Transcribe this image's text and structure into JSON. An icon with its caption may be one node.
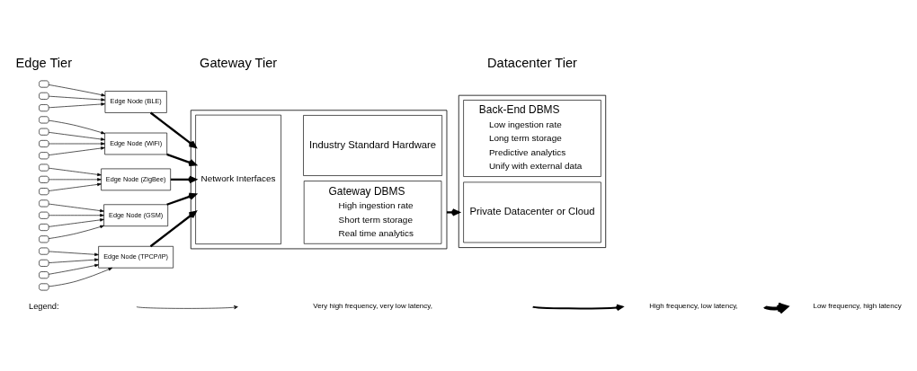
{
  "diagram": {
    "nodes": [
      {
        "text": [],
        "shape": "box"
      },
      {
        "text": [],
        "shape": "box"
      },
      {
        "text": [],
        "shape": "box"
      },
      {
        "text": [],
        "shape": "box"
      },
      {
        "text": [],
        "shape": "box"
      },
      {
        "text": [],
        "shape": "box"
      },
      {
        "text": [],
        "shape": "box"
      },
      {
        "text": [],
        "shape": "box"
      },
      {
        "text": [],
        "shape": "box"
      },
      {
        "text": [],
        "shape": "box"
      },
      {
        "text": [],
        "shape": "box"
      },
      {
        "text": [],
        "shape": "box"
      },
      {
        "text": [],
        "shape": "box"
      },
      {
        "text": [],
        "shape": "box"
      },
      {
        "text": [],
        "shape": "box"
      },
      {
        "text": [],
        "shape": "box"
      },
      {
        "text": [],
        "shape": "box"
      },
      {
        "text": [],
        "shape": "box"
      },
      {
        "text": [
          "Edge Node (BLE)"
        ]
      },
      {
        "text": [
          "Edge Node (WiFi)"
        ]
      },
      {
        "text": [
          "Edge Node (ZigBee)"
        ]
      },
      {
        "text": [
          "Edge Node (GSM)"
        ]
      },
      {
        "text": [
          "Edge Node (TPCP/IP)"
        ]
      },
      {
        "text": [],
        "shape": "box"
      },
      {
        "text": [
          "Network Interfaces"
        ],
        "in": 23
      },
      {
        "text": [
          "Gateway DBMS",
          "High ingestion rate",
          "Short term storage",
          "Real time analytics"
        ],
        "in": 23
      },
      {
        "text": [
          "Industry Standard Hardware"
        ],
        "in": 23
      },
      {
        "text": [],
        "shape": "box"
      },
      {
        "text": [
          "Back-End DBMS",
          "Low ingestion rate",
          "Long term storage",
          "Predictive analytics",
          "Unify with external data"
        ],
        "in": 27
      },
      {
        "text": [
          "Private Datacenter or Cloud"
        ],
        "in": 27
      }
    ],
    "edges": [
      {
        "from": 0,
        "to": 18,
        "arrow": "to"
      },
      {
        "from": 1,
        "to": 18,
        "arrow": "to"
      },
      {
        "from": 2,
        "to": 18,
        "arrow": "to"
      },
      {
        "from": 3,
        "to": 19,
        "arrow": "to"
      },
      {
        "from": 4,
        "to": 19,
        "arrow": "to"
      },
      {
        "from": 5,
        "to": 19,
        "arrow": "to"
      },
      {
        "from": 6,
        "to": 19,
        "arrow": "to"
      },
      {
        "from": 7,
        "to": 20,
        "arrow": "to"
      },
      {
        "from": 8,
        "to": 20,
        "arrow": "to"
      },
      {
        "from": 9,
        "to": 20,
        "arrow": "to"
      },
      {
        "from": 10,
        "to": 21,
        "arrow": "to"
      },
      {
        "from": 11,
        "to": 21,
        "arrow": "to"
      },
      {
        "from": 12,
        "to": 21,
        "arrow": "to"
      },
      {
        "from": 13,
        "to": 21,
        "arrow": "to"
      },
      {
        "from": 14,
        "to": 22,
        "arrow": "to"
      },
      {
        "from": 15,
        "to": 22,
        "arrow": "to"
      },
      {
        "from": 16,
        "to": 22,
        "arrow": "to"
      },
      {
        "from": 17,
        "to": 22,
        "arrow": "to"
      },
      {
        "from": 18,
        "to": 24,
        "arrow": "to",
        "style": "thick"
      },
      {
        "from": 19,
        "to": 24,
        "arrow": "to",
        "style": "thick"
      },
      {
        "from": 20,
        "to": 24,
        "arrow": "to",
        "style": "thick"
      },
      {
        "from": 21,
        "to": 24,
        "arrow": "to",
        "style": "thick"
      },
      {
        "from": 22,
        "to": 24,
        "arrow": "to",
        "style": "thick"
      },
      {
        "from": 23,
        "to": 27,
        "arrow": "to",
        "style": "thick"
      }
    ],
    "labels": [
      "Edge Tier",
      "Gateway Tier",
      "Datacenter Tier",
      "Legend:"
    ],
    "legend": [
      {
        "text": "Very high frequency, very low latency,"
      },
      {
        "text": "High frequency, low latency,"
      },
      {
        "text": "Low frequency, high latency"
      }
    ]
  }
}
